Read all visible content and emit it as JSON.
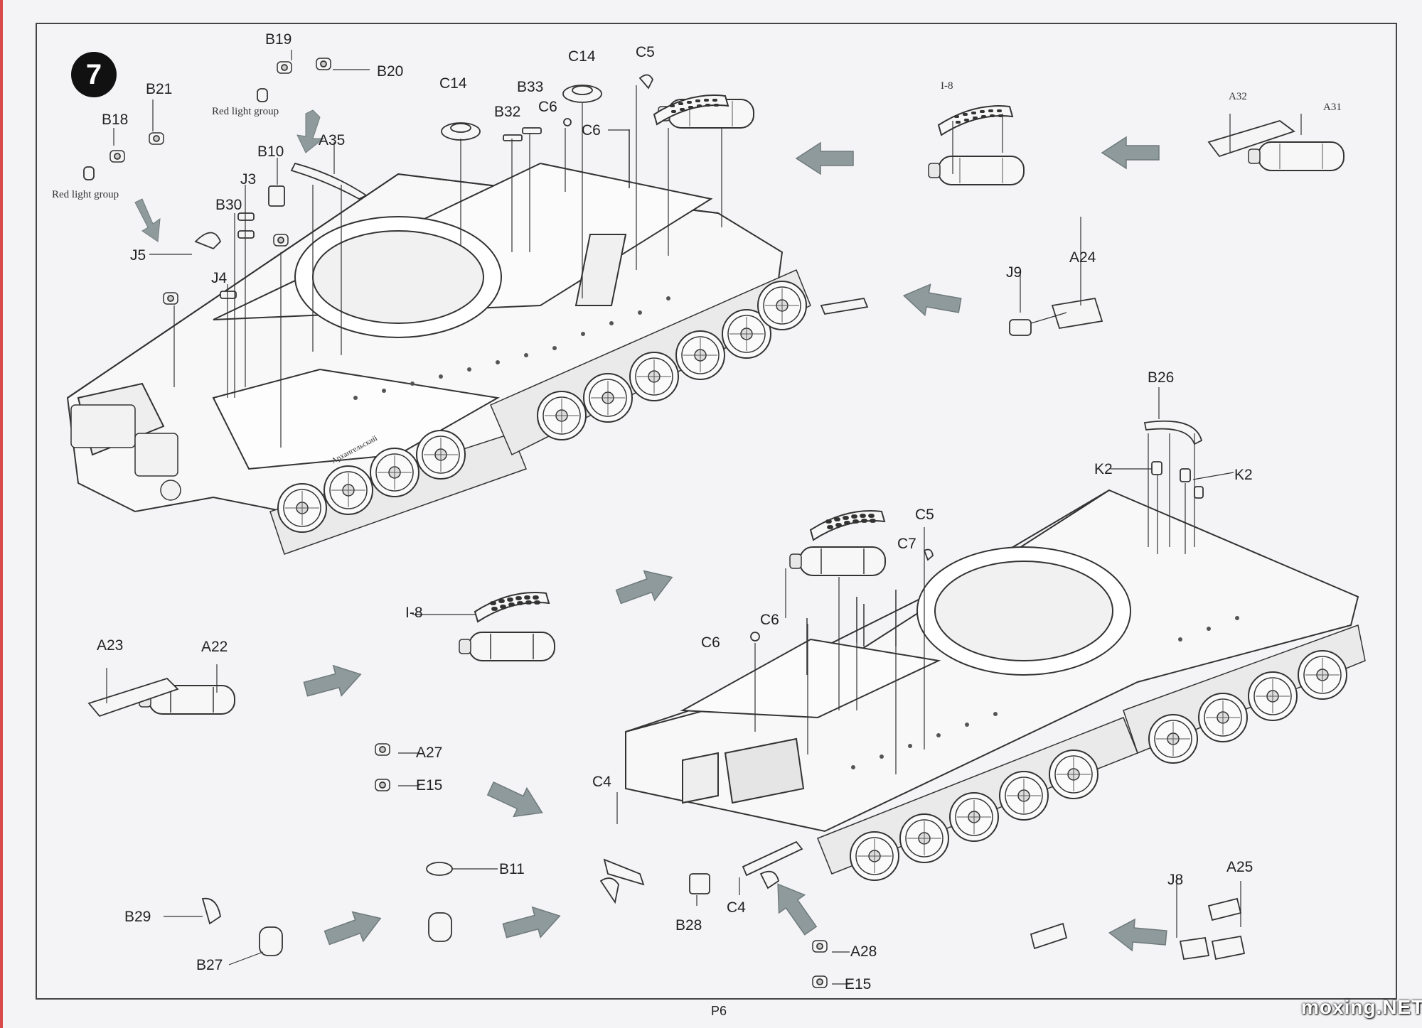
{
  "step_number": "7",
  "page_label": "P6",
  "watermark": "moxing.NET",
  "labels": {
    "B19": "B19",
    "B20": "B20",
    "B21": "B21",
    "B18": "B18",
    "B10": "B10",
    "J3": "J3",
    "B30": "B30",
    "J5": "J5",
    "J4": "J4",
    "A35": "A35",
    "C14a": "C14",
    "C14b": "C14",
    "B33": "B33",
    "B32": "B32",
    "C6a": "C6",
    "C6b": "C6",
    "C5a": "C5",
    "I8a": "I-8",
    "A32": "A32",
    "A31": "A31",
    "J9": "J9",
    "A24": "A24",
    "B26": "B26",
    "K2a": "K2",
    "K2b": "K2",
    "C5b": "C5",
    "C7": "C7",
    "C6c": "C6",
    "C6d": "C6",
    "I8b": "I-8",
    "A23": "A23",
    "A22": "A22",
    "A27": "A27",
    "E15a": "E15",
    "C4a": "C4",
    "B11": "B11",
    "B29": "B29",
    "B27": "B27",
    "B28": "B28",
    "C4b": "C4",
    "A28": "A28",
    "E15b": "E15",
    "J8": "J8",
    "A25": "A25"
  },
  "notes": {
    "red_light_1": "Red light group",
    "red_light_2": "Red light group",
    "hull_text": "Архангельский"
  },
  "colors": {
    "line": "#3a3a3a",
    "arrow": "#8f9a9c",
    "frame": "#444444",
    "accent_edge": "#d94a4a"
  }
}
